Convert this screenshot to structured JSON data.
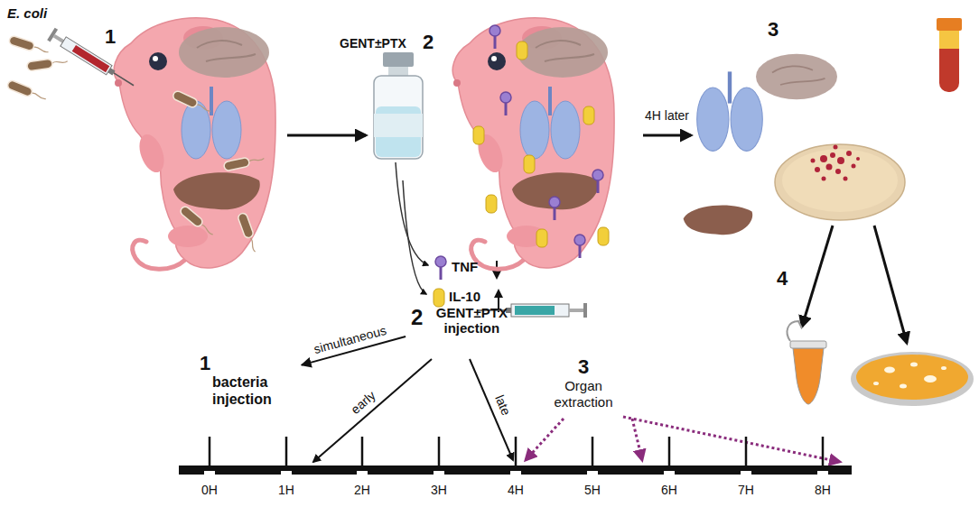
{
  "diagram": {
    "nodes": [
      {
        "text": [
          "1",
          "bacteria injection"
        ]
      },
      {
        "text": [
          "2",
          "GENT±PTX injection"
        ]
      },
      {
        "text": [
          "3",
          "Organ extraction"
        ]
      }
    ],
    "edges": [
      {
        "from": 1,
        "to": 0,
        "label": "simultaneous",
        "arrow": "to"
      }
    ],
    "labels": [
      "E. coli",
      "1",
      "GENT±PTX",
      "2",
      "TNF",
      "IL-10",
      "4H later",
      "3",
      "4",
      "early",
      "late",
      "0H",
      "1H",
      "2H",
      "3H",
      "4H",
      "5H",
      "6H",
      "7H",
      "8H"
    ]
  }
}
